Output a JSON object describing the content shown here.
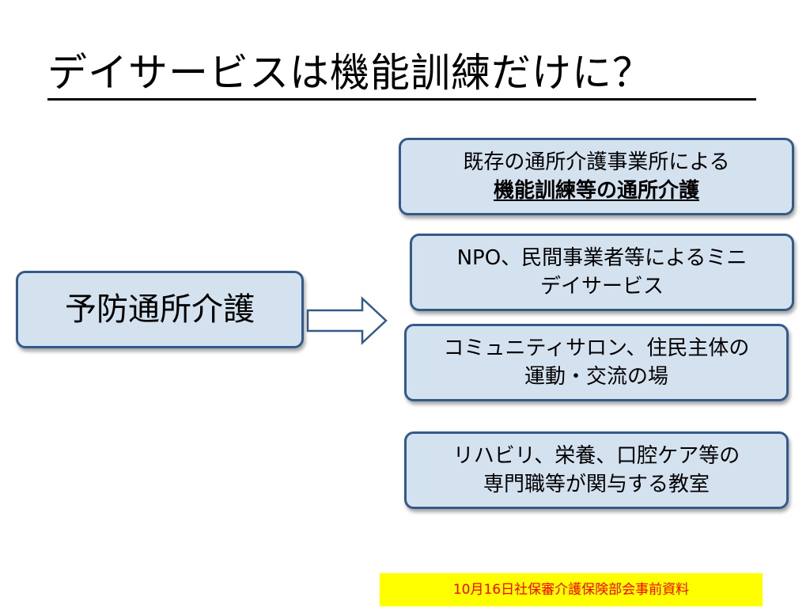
{
  "slide": {
    "title": "デイサービスは機能訓練だけに？",
    "source_box": {
      "label": "予防通所介護"
    },
    "options": [
      {
        "line1": "既存の通所介護事業所による",
        "line2": "機能訓練等の通所介護"
      },
      {
        "line1": "NPO、民間事業者等によるミニ",
        "line2": "デイサービス"
      },
      {
        "line1": "コミュニティサロン、住民主体の",
        "line2": "運動・交流の場"
      },
      {
        "line1": "リハビリ、栄養、口腔ケア等の",
        "line2": "専門職等が関与する教室"
      }
    ],
    "footer_note": "10月16日社保審介護保険部会事前資料"
  },
  "colors": {
    "box_fill": "#d4e1ef",
    "box_border": "#345a8a",
    "footer_bg": "#ffff00",
    "footer_text": "#ff0000"
  },
  "icons": {
    "arrow": "right-arrow-icon"
  }
}
